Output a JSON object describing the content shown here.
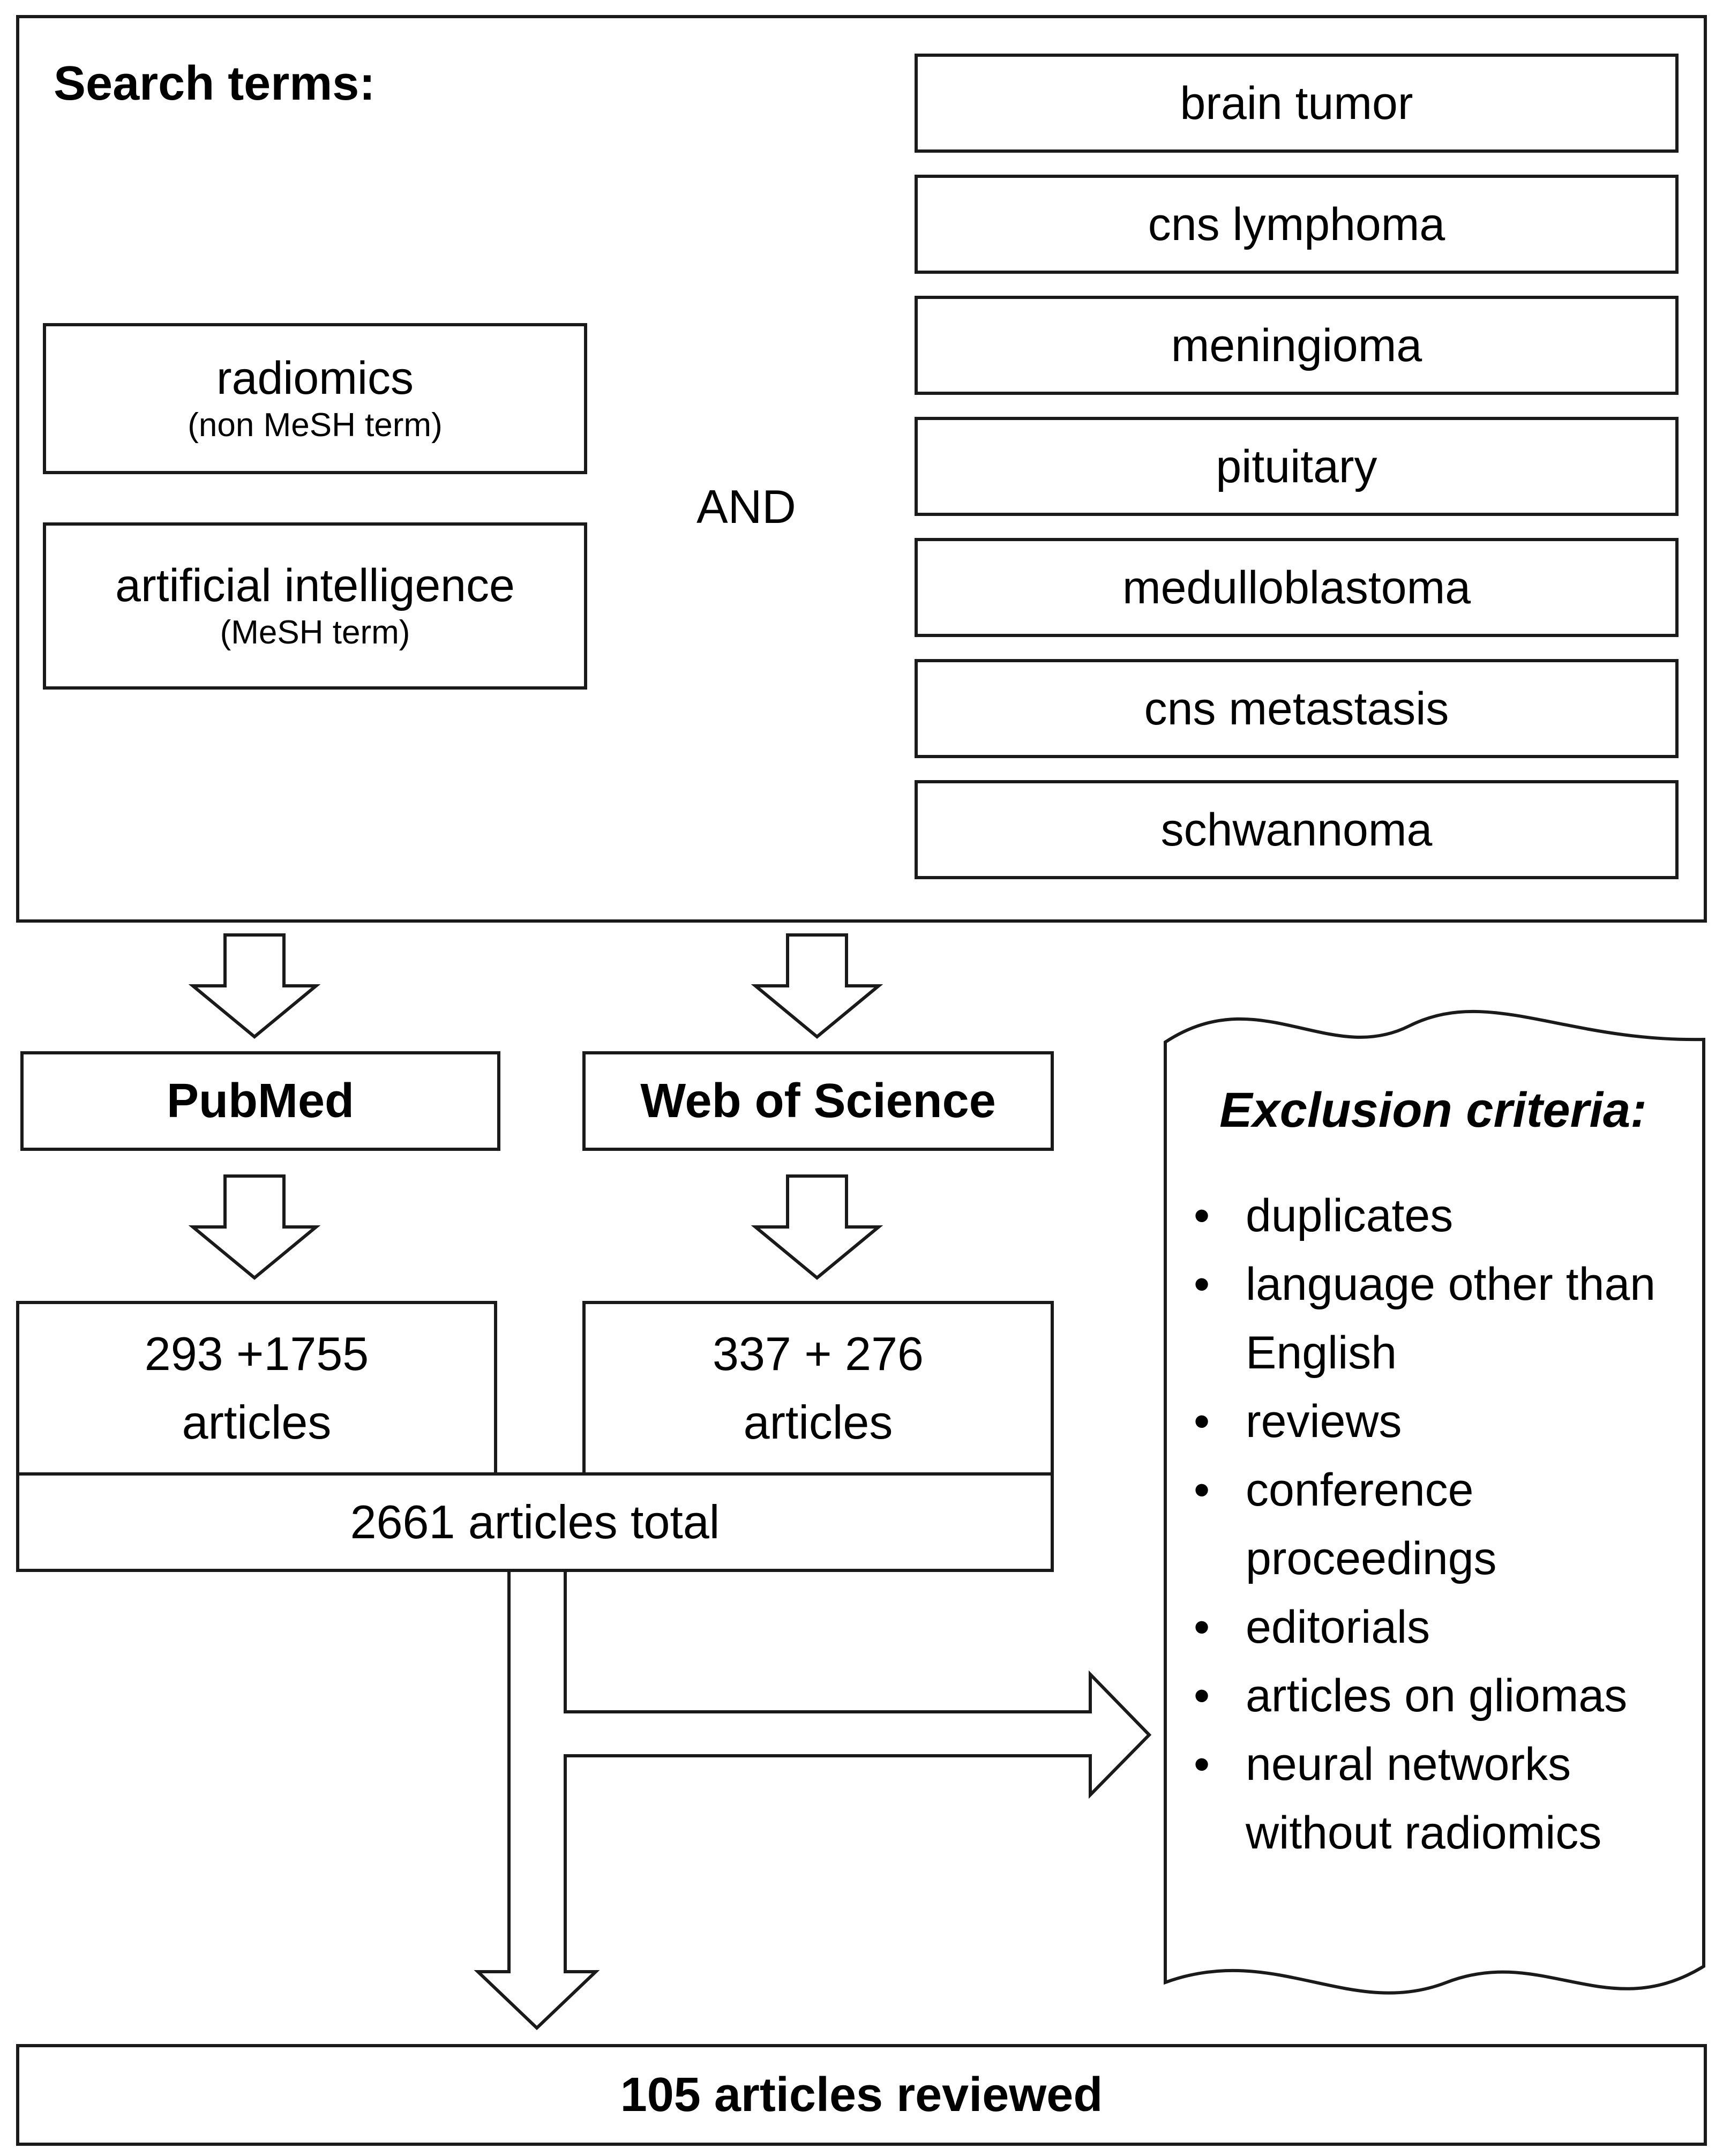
{
  "search": {
    "heading": "Search terms:",
    "left_terms": [
      {
        "label": "radiomics",
        "note": "(non MeSH term)"
      },
      {
        "label": "artificial intelligence",
        "note": "(MeSH term)"
      }
    ],
    "operator": "AND",
    "right_terms": [
      "brain tumor",
      "cns lymphoma",
      "meningioma",
      "pituitary",
      "medulloblastoma",
      "cns metastasis",
      "schwannoma"
    ]
  },
  "databases": {
    "pubmed": {
      "name": "PubMed",
      "count": "293 +1755",
      "unit": "articles"
    },
    "wos": {
      "name": "Web of Science",
      "count": "337 + 276",
      "unit": "articles"
    }
  },
  "total": "2661 articles total",
  "exclusion": {
    "title": "Exclusion criteria:",
    "items": [
      "duplicates",
      "language other than English",
      "reviews",
      "conference proceedings",
      "editorials",
      "articles on gliomas",
      "neural networks without radiomics"
    ]
  },
  "result": "105 articles reviewed"
}
